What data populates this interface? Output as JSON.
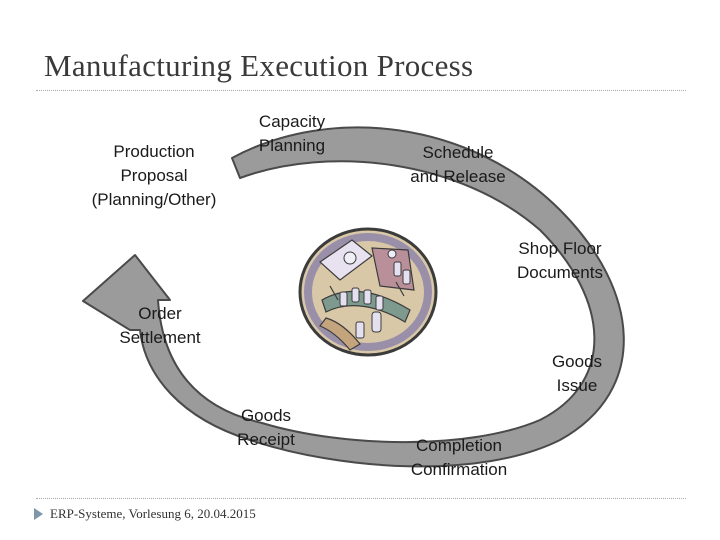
{
  "title": "Manufacturing Execution Process",
  "steps": {
    "production_proposal": "Production\nProposal\n(Planning/Other)",
    "capacity_planning": "Capacity\nPlanning",
    "schedule_release": "Schedule\nand Release",
    "shop_floor_documents": "Shop Floor\nDocuments",
    "goods_issue": "Goods\nIssue",
    "completion_confirmation": "Completion\nConfirmation",
    "goods_receipt": "Goods\nReceipt",
    "order_settlement": "Order\nSettlement"
  },
  "colors": {
    "arrow_fill": "#9b9b9b",
    "arrow_stroke": "#4a4a4a",
    "clipart_ring": "#9a8fa8",
    "clipart_background": "#d9c8a8"
  },
  "icons": {
    "center": "factory-bottling-line-icon"
  },
  "footer": "ERP-Systeme, Vorlesung 6, 20.04.2015"
}
